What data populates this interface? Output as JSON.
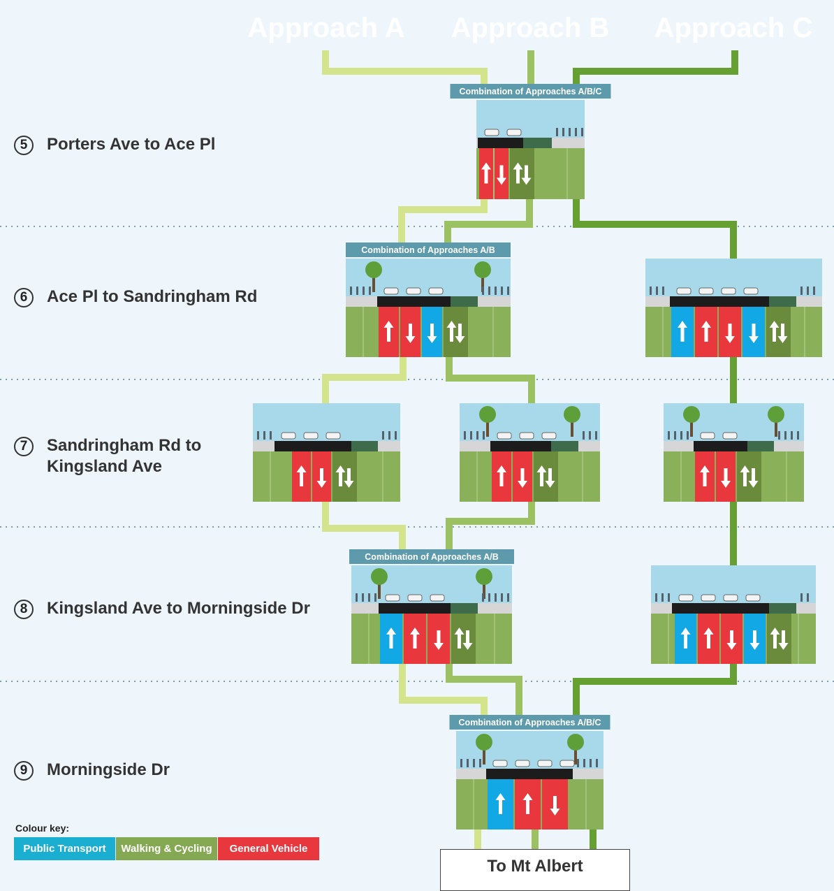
{
  "approaches": [
    {
      "label": "Approach A",
      "color": "#d4e48c"
    },
    {
      "label": "Approach B",
      "color": "#9cc163"
    },
    {
      "label": "Approach C",
      "color": "#66a032"
    }
  ],
  "sections": [
    {
      "num": "5",
      "label": "Porters Ave to Ace Pl"
    },
    {
      "num": "6",
      "label": "Ace Pl to Sandringham Rd"
    },
    {
      "num": "7",
      "label": "Sandringham Rd to\nKingsland Ave"
    },
    {
      "num": "8",
      "label": "Kingsland Ave to Morningside Dr"
    },
    {
      "num": "9",
      "label": "Morningside Dr"
    }
  ],
  "combo_labels": {
    "abc": "Combination of Approaches A/B/C",
    "ab": "Combination of Approaches A/B"
  },
  "colour_key": {
    "title": "Colour key:",
    "items": [
      {
        "label": "Public Transport",
        "color": "#1aaed1"
      },
      {
        "label": "Walking & Cycling",
        "color": "#85a853"
      },
      {
        "label": "General Vehicle",
        "color": "#e8383d"
      }
    ]
  },
  "destination": "To Mt Albert",
  "lane_colors": {
    "bus": "#12a8e6",
    "general": "#e8383d",
    "cycle": "#6a8a3c",
    "verge": "#8ab05a",
    "sky": "#a7d9ea",
    "tree": "#5f9f3a"
  },
  "cross_sections": [
    {
      "id": "s5",
      "lanes": [
        "up-red",
        "down-red",
        "cycle"
      ]
    },
    {
      "id": "s6-ab",
      "lanes": [
        "up-red",
        "down-red",
        "down-bus",
        "cycle"
      ]
    },
    {
      "id": "s6-c",
      "lanes": [
        "up-bus",
        "up-red",
        "down-red",
        "down-bus",
        "cycle"
      ]
    },
    {
      "id": "s7-a",
      "lanes": [
        "up-red",
        "down-red",
        "cycle"
      ]
    },
    {
      "id": "s7-b",
      "lanes": [
        "up-red",
        "down-red",
        "cycle"
      ]
    },
    {
      "id": "s7-c",
      "lanes": [
        "up-red",
        "down-red",
        "cycle"
      ]
    },
    {
      "id": "s8-ab",
      "lanes": [
        "up-bus",
        "up-red",
        "down-red",
        "cycle"
      ]
    },
    {
      "id": "s8-c",
      "lanes": [
        "up-bus",
        "up-red",
        "down-red",
        "down-bus",
        "cycle"
      ]
    },
    {
      "id": "s9",
      "lanes": [
        "up-bus",
        "up-red",
        "down-red"
      ]
    }
  ]
}
